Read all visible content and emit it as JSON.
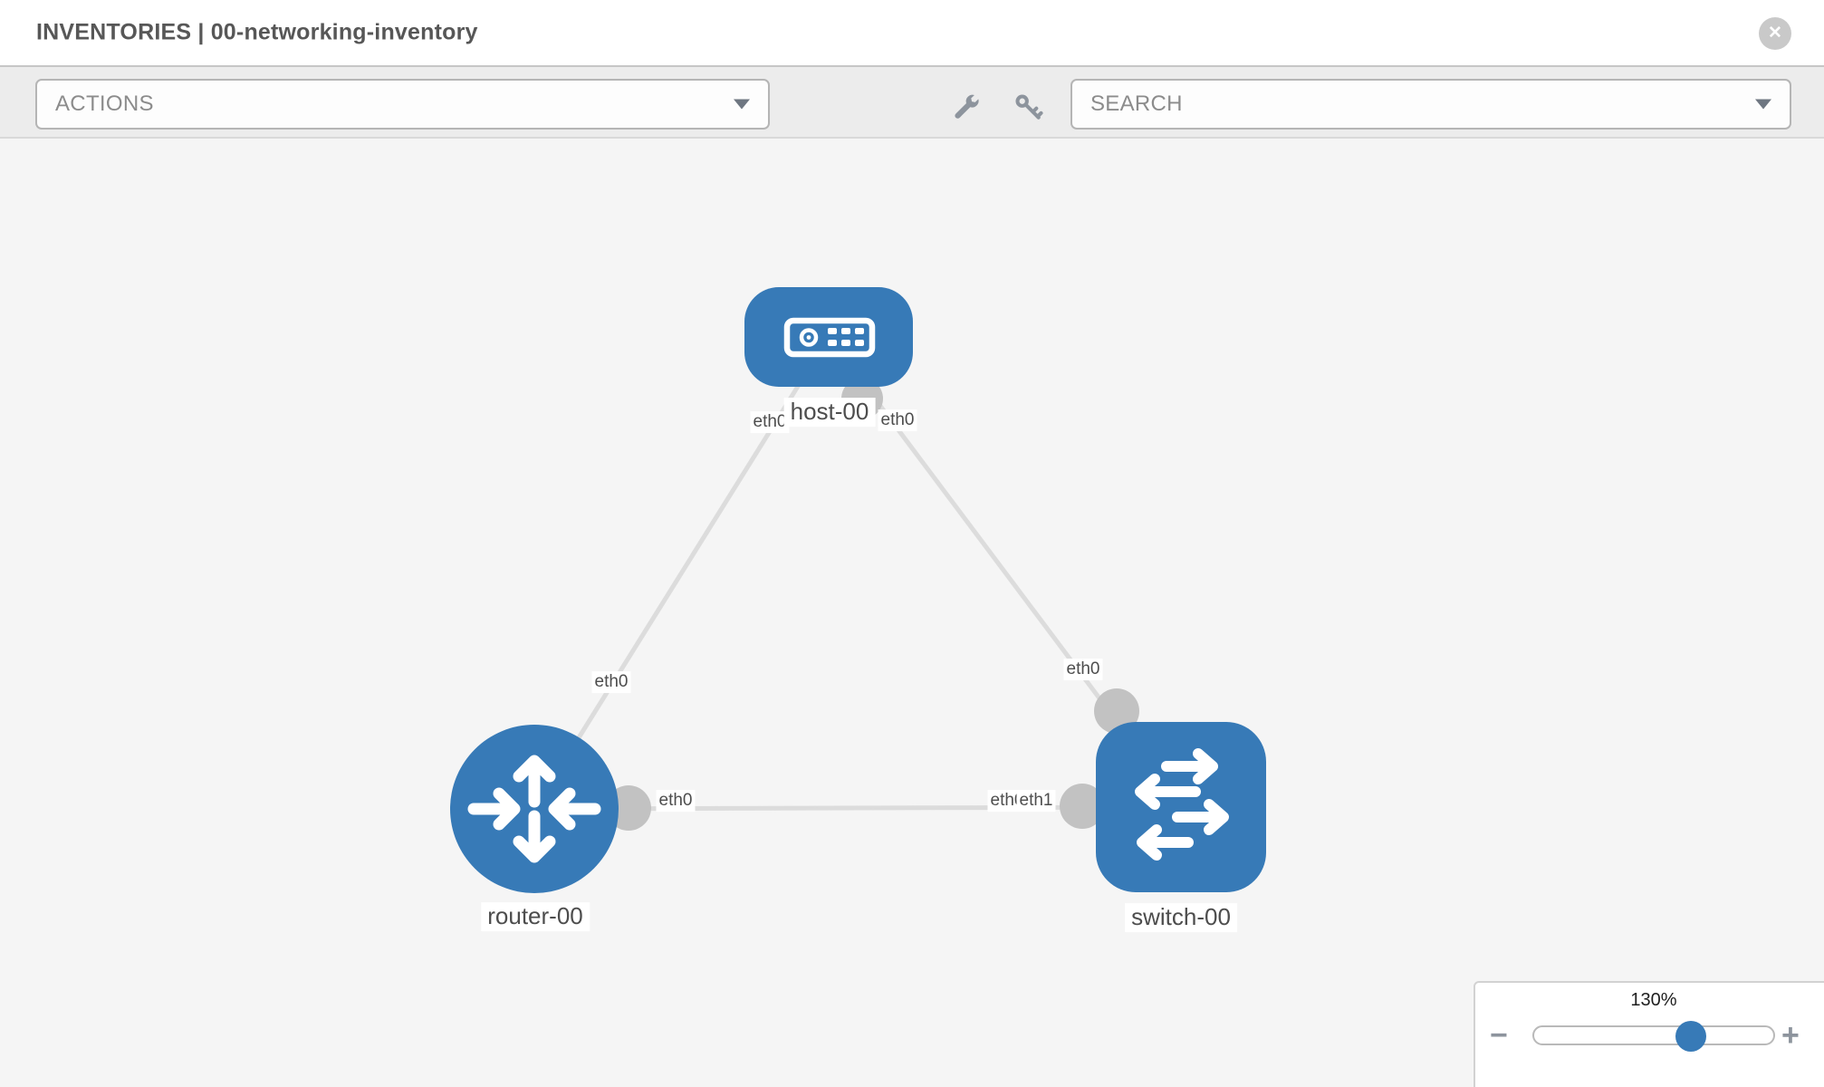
{
  "header": {
    "title": "INVENTORIES | 00-networking-inventory",
    "close_glyph": "✕"
  },
  "toolbar": {
    "actions_placeholder": "ACTIONS",
    "search_placeholder": "SEARCH",
    "icons": [
      "wrench-icon",
      "key-icon"
    ]
  },
  "canvas": {
    "nodes": [
      {
        "id": "host-00",
        "type": "host",
        "label": "host-00"
      },
      {
        "id": "router-00",
        "type": "router",
        "label": "router-00"
      },
      {
        "id": "switch-00",
        "type": "switch",
        "label": "switch-00"
      }
    ],
    "links": [
      {
        "from": "host-00",
        "from_iface": "eth0",
        "to": "router-00",
        "to_iface": "eth0"
      },
      {
        "from": "host-00",
        "from_iface": "eth0",
        "to": "switch-00",
        "to_iface": "eth0"
      },
      {
        "from": "router-00",
        "from_iface": "eth0",
        "to": "switch-00",
        "to_iface": "eth1",
        "overlapped_label": "eth0"
      }
    ],
    "colors": {
      "node_blue": "#377ab7",
      "link_gray": "#dcdcdc",
      "connector_gray": "#c2c2c2",
      "label_text": "#4d4d4d"
    }
  },
  "zoom_control": {
    "value": "130%",
    "percent": 130,
    "minus_glyph": "−",
    "plus_glyph": "+"
  }
}
